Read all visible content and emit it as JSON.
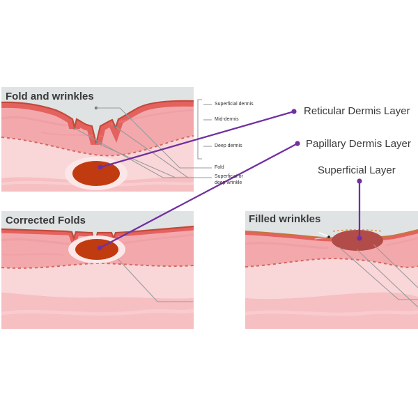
{
  "colors": {
    "purple": "#7030a0",
    "text": "#3a3a3a",
    "sky": "#e0e3e4",
    "dermis": "#f3a8ac",
    "deep_dermis": "#f9d6d8",
    "lower_band": "#f6bfc2",
    "epidermis": "#e4625e",
    "epidermis_line": "#c24a3b",
    "epidermis_line_warm": "#c4763c",
    "dashed": "#d5685e",
    "filler": "#c03c10",
    "filler_muted": "#b24c48",
    "halo": "#fce7e8",
    "callout_line": "#9a9a9a",
    "streak_dark": "#e8929a",
    "streak_light": "#fbd8da"
  },
  "panels": {
    "fold_and_wrinkles": {
      "title": "Fold and wrinkles"
    },
    "corrected_folds": {
      "title": "Corrected Folds"
    },
    "filled_wrinkles": {
      "title": "Filled wrinkles"
    }
  },
  "layer_labels": {
    "superficial_dermis": "Superficial dermis",
    "mid_dermis": "Mid-dermis",
    "deep_dermis": "Deep dermis",
    "fold": "Fold",
    "superficial_or_deep_wrinkle": "Superficial or deep wrinkle"
  },
  "callouts": {
    "reticular": "Reticular Dermis Layer",
    "papillary": "Papillary Dermis Layer",
    "superficial": "Superficial Layer"
  }
}
